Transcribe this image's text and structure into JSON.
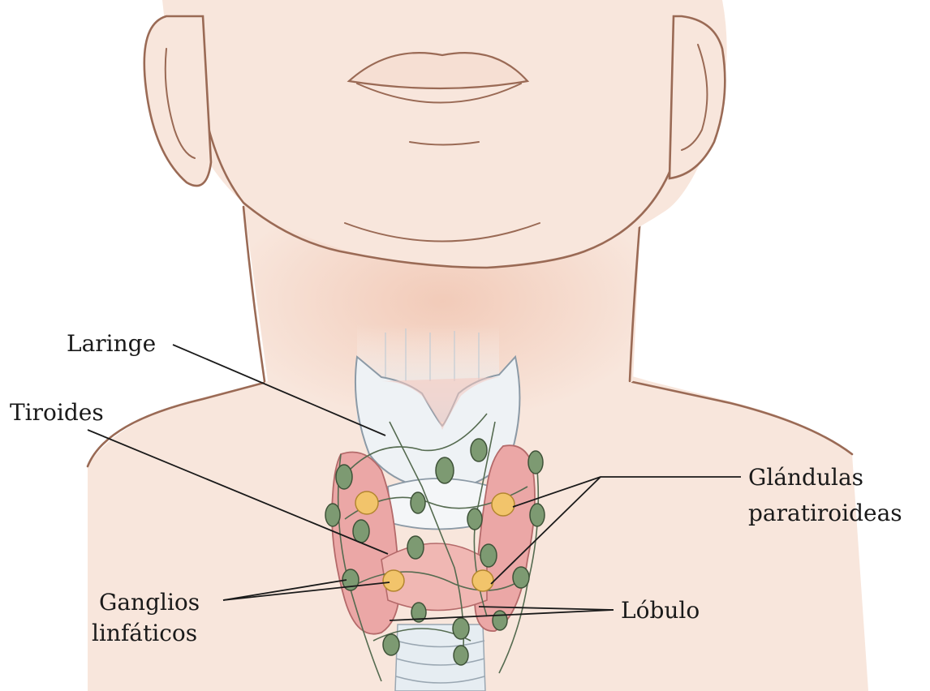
{
  "labels": {
    "laringe": "Laringe",
    "tiroides": "Tiroides",
    "glandulas_1": "Glándulas",
    "glandulas_2": "paratiroideas",
    "ganglios_1": "Ganglios",
    "ganglios_2": "linfáticos",
    "lobulo": "Lóbulo"
  },
  "colors": {
    "skin": "#f8e6dc",
    "skin_outline": "#9a6a55",
    "thyroid": "#eba7a6",
    "lymph_node": "#7d9a72",
    "parathyroid": "#f2c46b",
    "cartilage": "#eef2f5"
  }
}
